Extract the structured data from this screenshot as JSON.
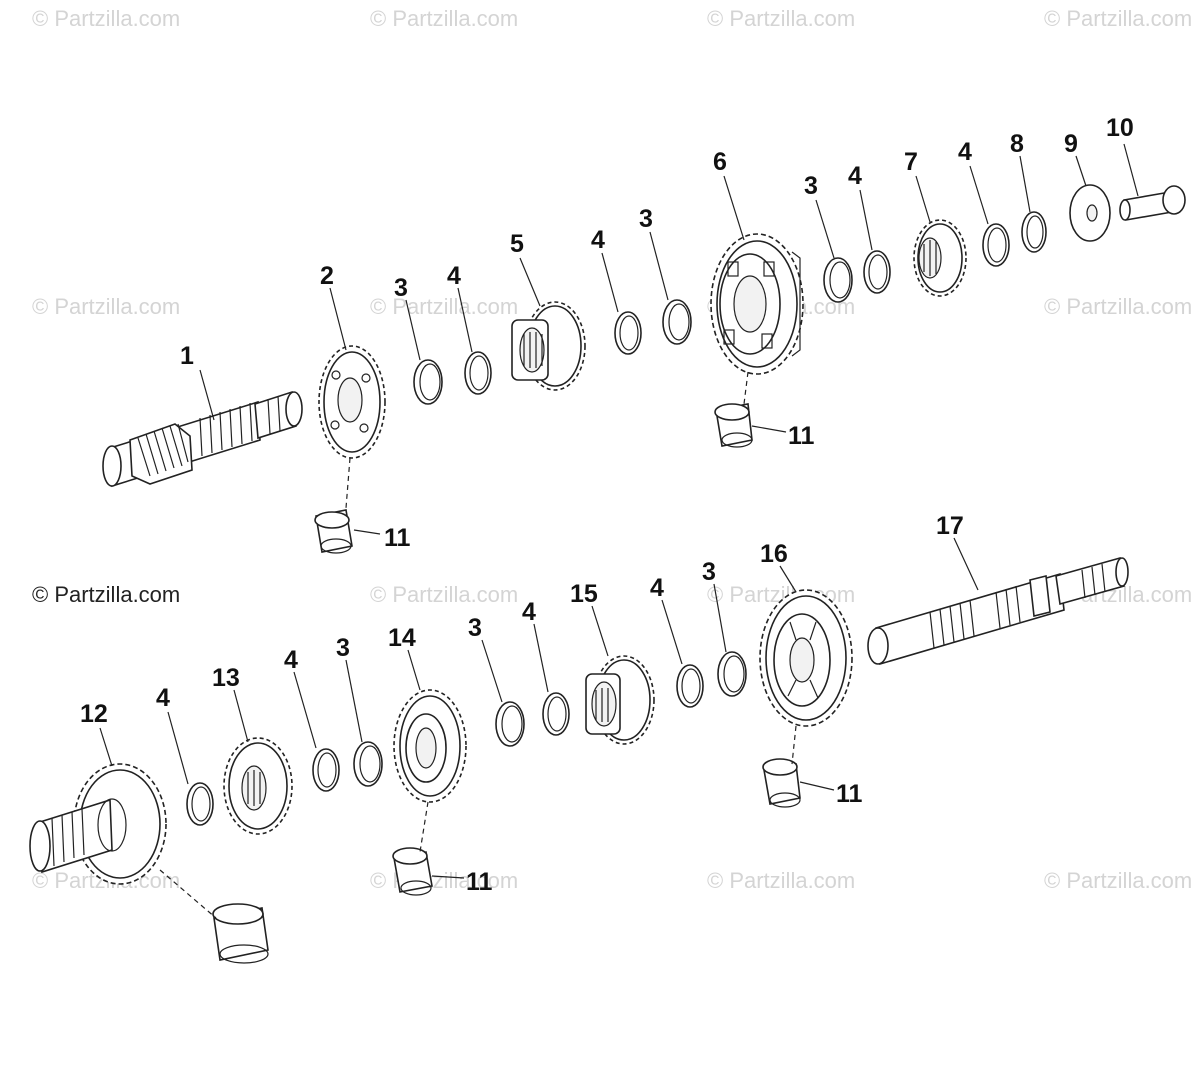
{
  "watermark_text": "© Partzilla.com",
  "copyright_text": "© Partzilla.com",
  "callouts": {
    "upper_shaft": {
      "shaft_1": "1",
      "gear_2": "2",
      "bushing_3a": "3",
      "ring_4a": "4",
      "gear_5": "5",
      "ring_4b": "4",
      "bushing_3b": "3",
      "gear_6": "6",
      "bushing_3c": "3",
      "ring_4c": "4",
      "gear_7": "7",
      "ring_4d": "4",
      "ring_8": "8",
      "washer_9": "9",
      "bolt_10": "10",
      "bushing_11a": "11",
      "bushing_11b": "11"
    },
    "lower_shaft": {
      "gear_12": "12",
      "ring_4e": "4",
      "gear_13": "13",
      "ring_4f": "4",
      "bushing_3d": "3",
      "gear_14": "14",
      "bushing_3e": "3",
      "ring_4g": "4",
      "gear_15": "15",
      "ring_4h": "4",
      "bushing_3f": "3",
      "gear_16": "16",
      "shaft_17": "17",
      "bushing_11c": "11",
      "bushing_11d": "11"
    }
  }
}
